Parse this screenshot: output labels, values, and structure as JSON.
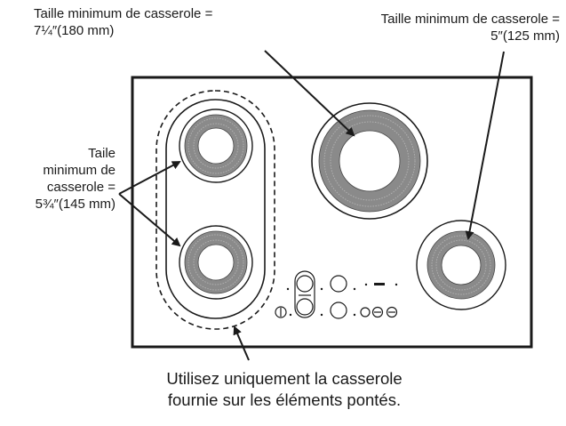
{
  "labels": {
    "top_left_line1": "Taille minimum de casserole =",
    "top_left_line2": "7¼″(180 mm)",
    "top_right_line1": "Taille minimum de casserole =",
    "top_right_line2": "5″(125 mm)",
    "left_line1": "Taile",
    "left_line2": "minimum de",
    "left_line3": "casserole =",
    "left_line4": "5¾″(145 mm)",
    "bottom_line1": "Utilisez uniquement la casserole",
    "bottom_line2": "fournie sur les éléments pontés."
  },
  "colors": {
    "ink": "#1a1a1a",
    "element_fill": "#8a8a8a",
    "element_dark": "#555555",
    "background": "#ffffff"
  }
}
